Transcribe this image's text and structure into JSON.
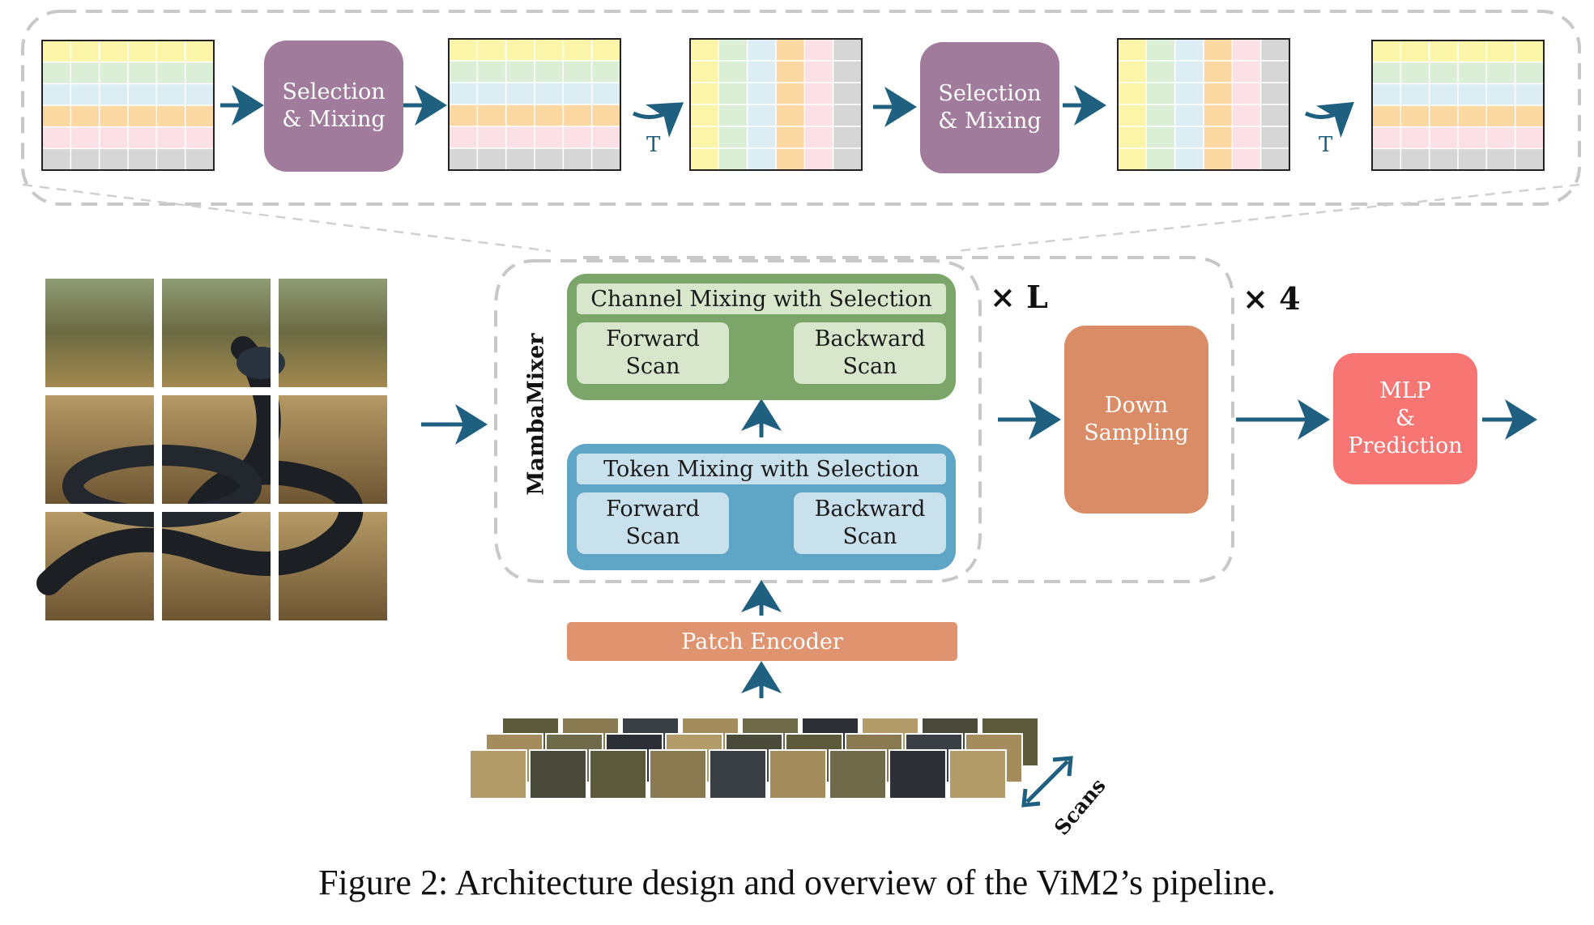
{
  "caption": "Figure 2: Architecture design and overview of the ViM2’s pipeline.",
  "top_strip": {
    "selection_label_1": "Selection\n& Mixing",
    "selection_label_2": "Selection\n& Mixing",
    "transpose_label_1": "T",
    "transpose_label_2": "T",
    "row_colors": [
      "#fbf5a9",
      "#dbeed6",
      "#dceef4",
      "#fbd7a2",
      "#fbe1e6",
      "#d6d6d6"
    ]
  },
  "mambamixer": {
    "label": "MambaMixer",
    "channel": {
      "title": "Channel Mixing with Selection",
      "forward": "Forward\nScan",
      "backward": "Backward\nScan"
    },
    "token": {
      "title": "Token Mixing with Selection",
      "forward": "Forward\nScan",
      "backward": "Backward\nScan"
    },
    "repeat_inner": "× L",
    "repeat_outer": "× 4"
  },
  "down_sampling": "Down\nSampling",
  "mlp": "MLP\n&\nPrediction",
  "patch_encoder": "Patch Encoder",
  "scans_label": "Scans",
  "colors": {
    "arrow": "#1f5f7f",
    "selection": "#a07b9b",
    "down_sampling": "#d98c66",
    "mlp": "#f77572",
    "channel_module": "#7ca56a",
    "token_module": "#5fa5c5",
    "dashed": "#c8c8c8"
  }
}
